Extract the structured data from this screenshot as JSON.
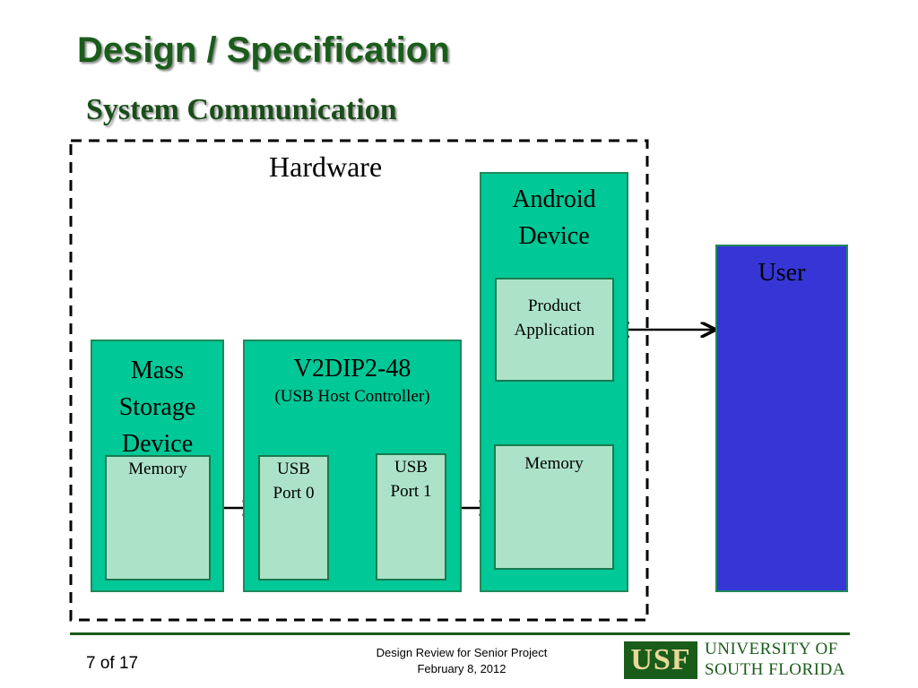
{
  "slide": {
    "title": "Design / Specification",
    "subtitle": "System Communication"
  },
  "diagram": {
    "hardware_label": "Hardware",
    "mass_storage": {
      "label_line1": "Mass",
      "label_line2": "Storage",
      "label_line3": "Device",
      "memory_label": "Memory"
    },
    "controller": {
      "label": "V2DIP2-48",
      "sublabel": "(USB Host Controller)",
      "port0_line1": "USB",
      "port0_line2": "Port 0",
      "port1_line1": "USB",
      "port1_line2": "Port 1"
    },
    "android": {
      "label_line1": "Android",
      "label_line2": "Device",
      "app_line1": "Product",
      "app_line2": "Application",
      "memory_label": "Memory"
    },
    "user": {
      "label": "User"
    },
    "colors": {
      "box_fill": "#00c896",
      "inner_fill": "#ace3c8",
      "user_fill": "#3636d6",
      "title_green": "#1a5c1a"
    }
  },
  "footer": {
    "page": "7 of 17",
    "line1": "Design Review for Senior Project",
    "line2": "February 8, 2012",
    "logo_mark": "USF",
    "logo_line1": "UNIVERSITY OF",
    "logo_line2": "SOUTH FLORIDA"
  }
}
